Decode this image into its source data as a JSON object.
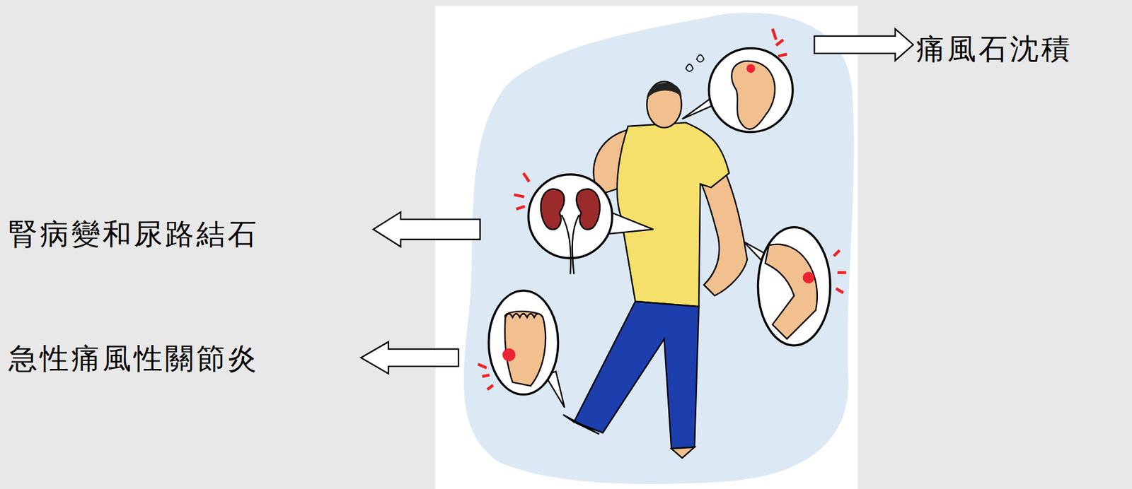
{
  "diagram": {
    "labels": [
      "痛風石沈積",
      "腎病變和尿路結石",
      "急性痛風性關節炎"
    ]
  }
}
